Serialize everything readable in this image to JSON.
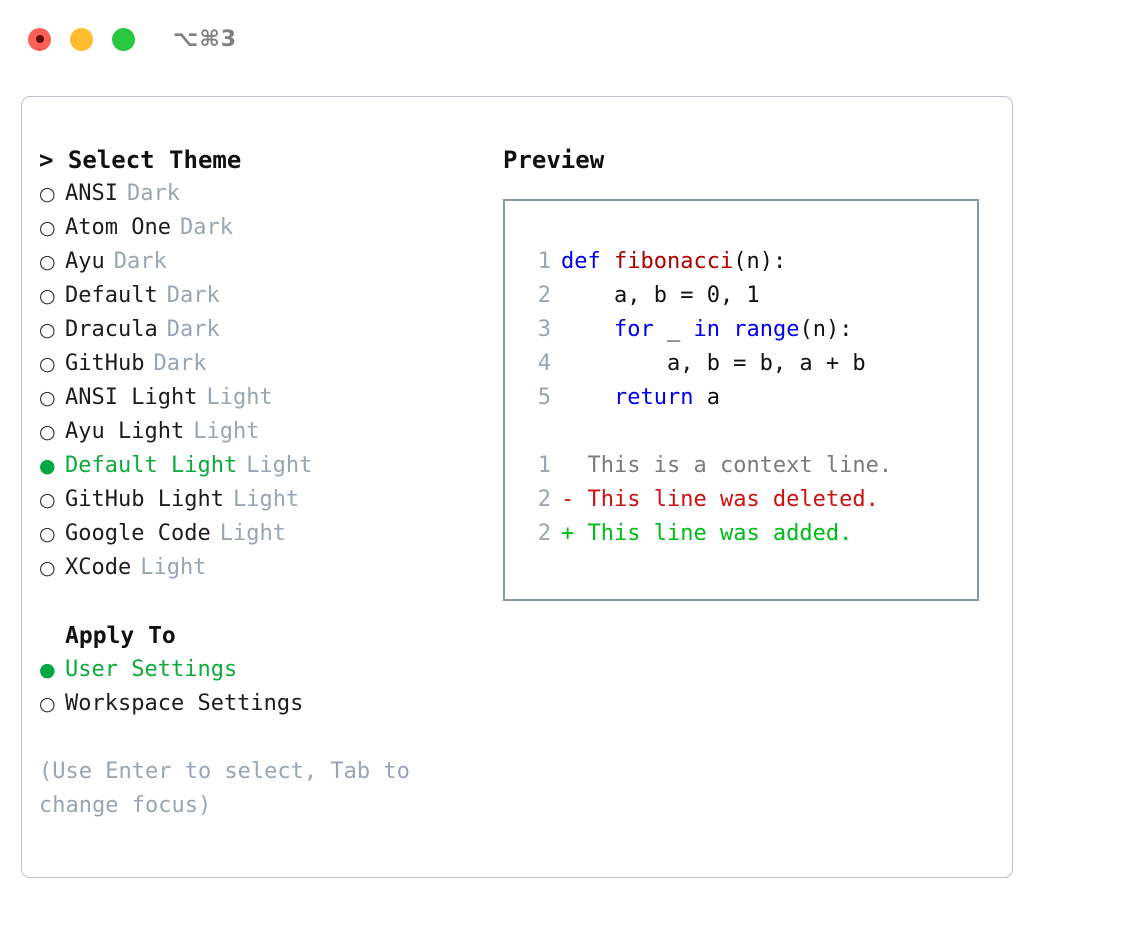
{
  "titlebar": {
    "shortcut": "⌥⌘3",
    "buttons": [
      {
        "name": "close",
        "color": "#fc5f57"
      },
      {
        "name": "minimize",
        "color": "#febc2e"
      },
      {
        "name": "maximize",
        "color": "#28c840"
      }
    ]
  },
  "theme_picker": {
    "header": "> Select Theme",
    "items": [
      {
        "bullet": "○",
        "label": "ANSI",
        "tag": "Dark",
        "selected": false
      },
      {
        "bullet": "○",
        "label": "Atom One",
        "tag": "Dark",
        "selected": false
      },
      {
        "bullet": "○",
        "label": "Ayu",
        "tag": "Dark",
        "selected": false
      },
      {
        "bullet": "○",
        "label": "Default",
        "tag": "Dark",
        "selected": false
      },
      {
        "bullet": "○",
        "label": "Dracula",
        "tag": "Dark",
        "selected": false
      },
      {
        "bullet": "○",
        "label": "GitHub",
        "tag": "Dark",
        "selected": false
      },
      {
        "bullet": "○",
        "label": "ANSI Light",
        "tag": "Light",
        "selected": false
      },
      {
        "bullet": "○",
        "label": "Ayu Light",
        "tag": "Light",
        "selected": false
      },
      {
        "bullet": "●",
        "label": "Default Light",
        "tag": "Light",
        "selected": true
      },
      {
        "bullet": "○",
        "label": "GitHub Light",
        "tag": "Light",
        "selected": false
      },
      {
        "bullet": "○",
        "label": "Google Code",
        "tag": "Light",
        "selected": false
      },
      {
        "bullet": "○",
        "label": "XCode",
        "tag": "Light",
        "selected": false
      }
    ]
  },
  "apply_to": {
    "header": "Apply To",
    "items": [
      {
        "bullet": "●",
        "label": "User Settings",
        "selected": true
      },
      {
        "bullet": "○",
        "label": "Workspace Settings",
        "selected": false
      }
    ]
  },
  "hint": "(Use Enter to select, Tab to change focus)",
  "preview": {
    "title": "Preview",
    "code_lines": [
      {
        "num": "1",
        "tokens": [
          {
            "t": "def ",
            "c": "kw"
          },
          {
            "t": "fibonacci",
            "c": "fn"
          },
          {
            "t": "(n):",
            "c": "pl"
          }
        ]
      },
      {
        "num": "2",
        "tokens": [
          {
            "t": "    a, b = 0, 1",
            "c": "pl"
          }
        ]
      },
      {
        "num": "3",
        "tokens": [
          {
            "t": "    ",
            "c": "pl"
          },
          {
            "t": "for",
            "c": "kw"
          },
          {
            "t": " _ ",
            "c": "pl"
          },
          {
            "t": "in",
            "c": "kw"
          },
          {
            "t": " ",
            "c": "pl"
          },
          {
            "t": "range",
            "c": "kw"
          },
          {
            "t": "(n):",
            "c": "pl"
          }
        ]
      },
      {
        "num": "4",
        "tokens": [
          {
            "t": "        a, b = b, a + b",
            "c": "pl"
          }
        ]
      },
      {
        "num": "5",
        "tokens": [
          {
            "t": "    ",
            "c": "pl"
          },
          {
            "t": "return",
            "c": "kw"
          },
          {
            "t": " a",
            "c": "pl"
          }
        ]
      }
    ],
    "diff_lines": [
      {
        "num": "1",
        "marker": "  ",
        "text": "This is a context line.",
        "kind": "ctx"
      },
      {
        "num": "2",
        "marker": "- ",
        "text": "This line was deleted.",
        "kind": "del"
      },
      {
        "num": "2",
        "marker": "+ ",
        "text": "This line was added.",
        "kind": "add"
      }
    ]
  },
  "colors": {
    "accent_green": "#0dab3c",
    "muted": "#9aa5b4",
    "keyword_blue": "#0000ee",
    "function_red": "#aa0000",
    "diff_delete": "#cc1111",
    "diff_add": "#00bb18",
    "border": "#8b98a8"
  }
}
